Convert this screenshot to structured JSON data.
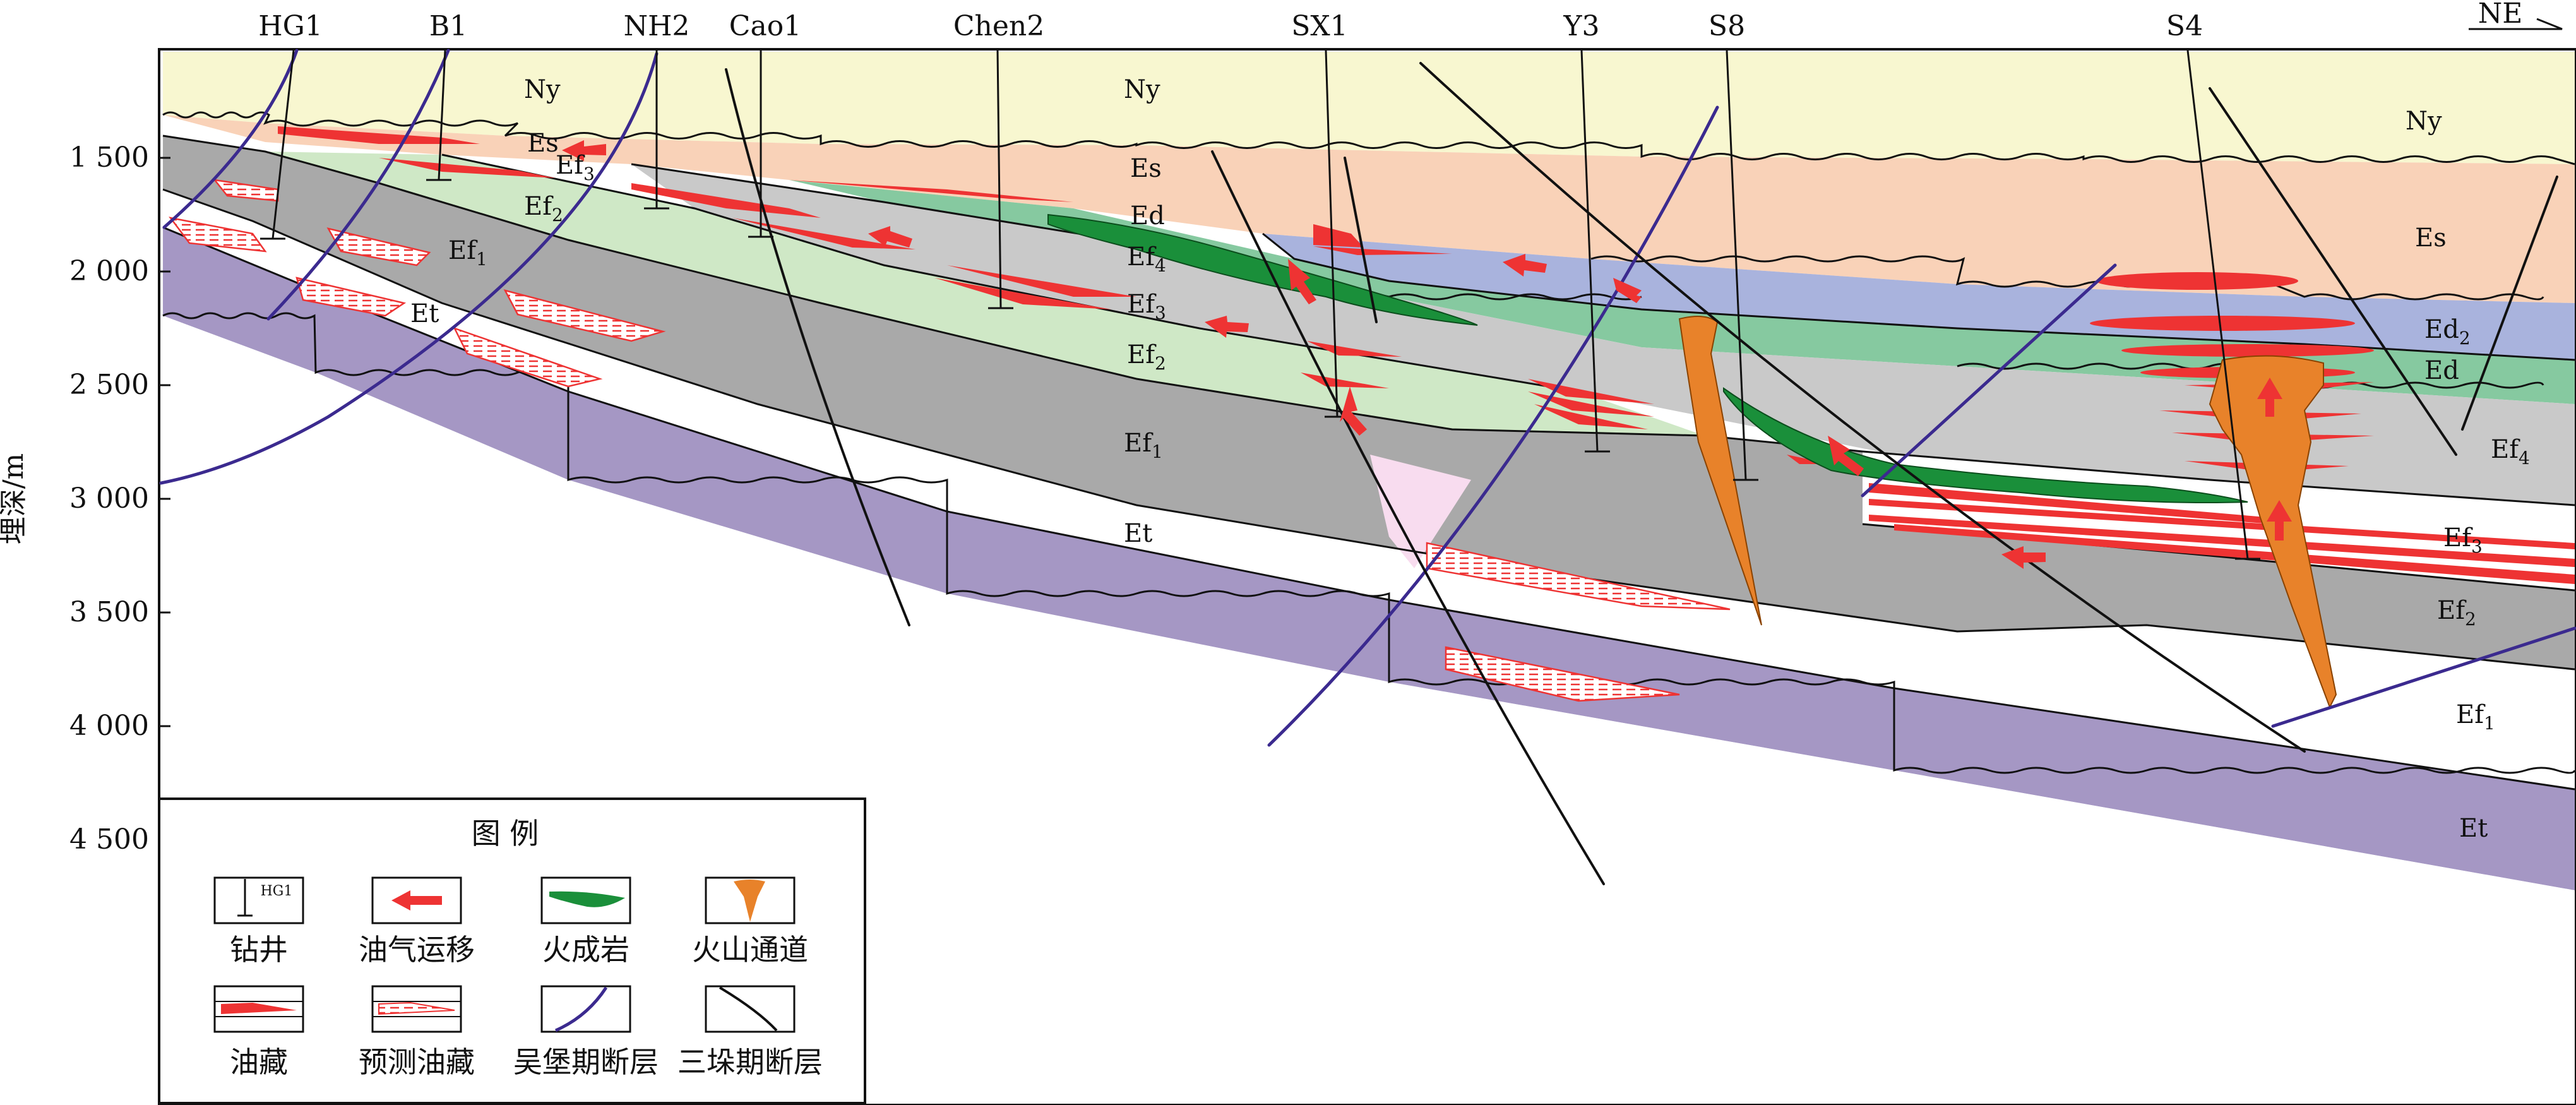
{
  "direction": "NE",
  "axis": {
    "title": "埋深/m",
    "ticks": [
      "1 500",
      "2 000",
      "2 500",
      "3 000",
      "3 500",
      "4 000",
      "4 500"
    ]
  },
  "wells": [
    "HG1",
    "B1",
    "NH2",
    "Cao1",
    "Chen2",
    "SX1",
    "Y3",
    "S8",
    "S4"
  ],
  "layers": {
    "ny": "Ny",
    "es": "Es",
    "ed": "Ed",
    "ed2": "Ed",
    "ef1": "Ef",
    "ef2": "Ef",
    "ef3": "Ef",
    "ef4": "Ef",
    "et": "Et",
    "sub_1": "1",
    "sub_2": "2",
    "sub_3": "3",
    "sub_4": "4"
  },
  "legend": {
    "title": "图 例",
    "well_sample": "HG1",
    "items": [
      "钻井",
      "油气运移",
      "火成岩",
      "火山通道",
      "油藏",
      "预测油藏",
      "吴堡期断层",
      "三垛期断层"
    ]
  },
  "colors": {
    "ny": "#f8f7d0",
    "es": "#f9d2b8",
    "ed": "#a9b3dd",
    "ed_green": "#86c9a0",
    "ef4": "#c9c9c9",
    "ef3": "#cfe8c6",
    "ef2": "#a9a9a9",
    "et": "#a597c4",
    "oil": "#ee3333",
    "igneous": "#1a8f3a",
    "volcanic": "#e8822a",
    "wubao_fault": "#3b2a8f",
    "sanduo_fault": "#111111"
  }
}
